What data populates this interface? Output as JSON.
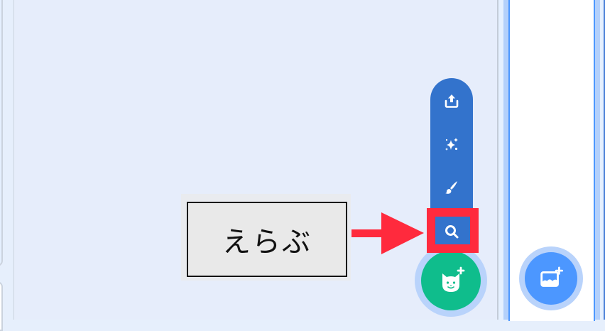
{
  "callout": {
    "label": "えらぶ"
  },
  "sprite_menu": {
    "items": [
      {
        "name": "upload-sprite",
        "icon": "upload-icon"
      },
      {
        "name": "surprise",
        "icon": "sparkles-icon"
      },
      {
        "name": "paint",
        "icon": "paintbrush-icon"
      },
      {
        "name": "choose-sprite",
        "icon": "search-icon",
        "highlighted": true
      }
    ],
    "main_button_icon": "cat-plus-icon"
  },
  "backdrop_button": {
    "icon": "image-plus-icon"
  },
  "colors": {
    "menu_blue": "#3373cc",
    "sprite_green": "#0fbd8c",
    "backdrop_blue": "#4c97ff",
    "halo": "#b9d3fb",
    "highlight_red": "#ff2a3d",
    "pane_bg": "#e6edfb"
  }
}
